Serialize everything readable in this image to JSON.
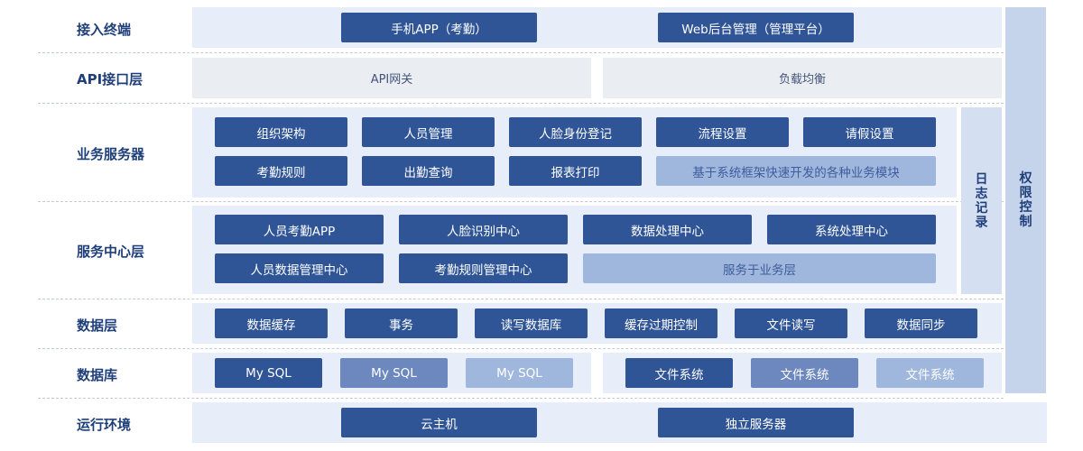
{
  "layers": {
    "terminal": "接入终端",
    "api": "API接口层",
    "business": "业务服务器",
    "service_center": "服务中心层",
    "data": "数据层",
    "database": "数据库",
    "runtime": "运行环境"
  },
  "terminal_row": [
    "手机APP（考勤）",
    "Web后台管理（管理平台）"
  ],
  "api_row": [
    "API网关",
    "负载均衡"
  ],
  "business_row1": [
    "组织架构",
    "人员管理",
    "人脸身份登记",
    "流程设置",
    "请假设置"
  ],
  "business_row2": [
    "考勤规则",
    "出勤查询",
    "报表打印",
    "基于系统框架快速开发的各种业务模块"
  ],
  "service_row1": [
    "人员考勤APP",
    "人脸识别中心",
    "数据处理中心",
    "系统处理中心"
  ],
  "service_row2": [
    "人员数据管理中心",
    "考勤规则管理中心",
    "服务于业务层"
  ],
  "data_row": [
    "数据缓存",
    "事务",
    "读写数据库",
    "缓存过期控制",
    "文件读写",
    "数据同步"
  ],
  "database_row": [
    "My SQL",
    "My SQL",
    "My SQL",
    "文件系统",
    "文件系统",
    "文件系统"
  ],
  "runtime_row": [
    "云主机",
    "独立服务器"
  ],
  "side": {
    "log": [
      "日",
      "志",
      "记",
      "录"
    ],
    "permission": [
      "权",
      "限",
      "控",
      "制"
    ]
  },
  "colors": {
    "dark": "#2f5597",
    "mid": "#6c88bf",
    "light": "#9fb6dd",
    "panel": "#e7eef9",
    "gray_panel": "#eaedf1"
  }
}
